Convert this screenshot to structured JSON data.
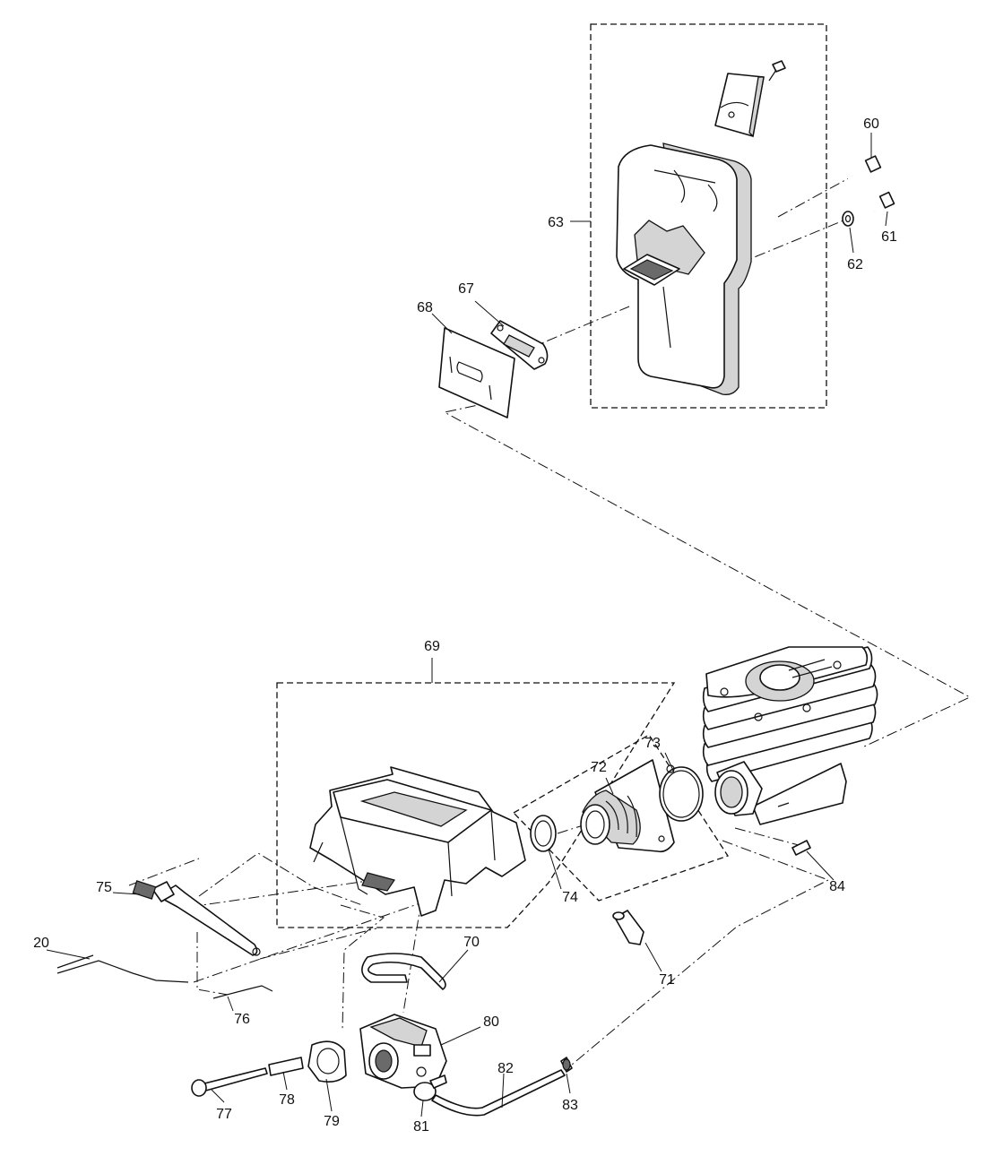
{
  "labels": {
    "p60": "60",
    "p61": "61",
    "p62": "62",
    "p63": "63",
    "p67": "67",
    "p68": "68",
    "p69": "69",
    "p70": "70",
    "p71": "71",
    "p72": "72",
    "p73": "73",
    "p74": "74",
    "p75": "75",
    "p20": "20",
    "p76": "76",
    "p77": "77",
    "p78": "78",
    "p79": "79",
    "p80": "80",
    "p81": "81",
    "p82": "82",
    "p83": "83",
    "p84": "84"
  }
}
